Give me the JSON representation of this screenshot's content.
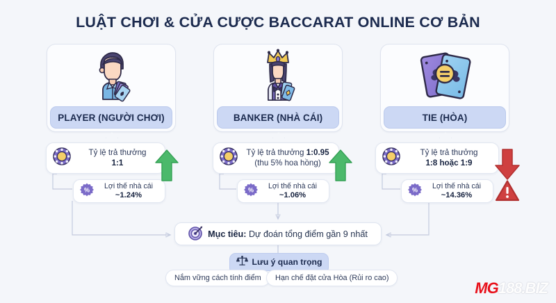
{
  "page": {
    "title": "LUẬT CHƠI & CỬA CƯỢC BACCARAT ONLINE CƠ BẢN",
    "background_color": "#f4f6fa",
    "title_color": "#1b2a4e"
  },
  "bets": [
    {
      "id": "player",
      "label": "PLAYER (NGƯỜI CHƠI)",
      "icon": "player-avatar-icon",
      "payout_title": "Tỷ lệ trả thưởng",
      "payout_value": "1:1",
      "payout_note": "",
      "edge_title": "Lợi thế nhà cái",
      "edge_value": "~1.24%",
      "trend": "up",
      "trend_color": "#4cb96b",
      "warning": false
    },
    {
      "id": "banker",
      "label": "BANKER (NHÀ CÁI)",
      "icon": "banker-queen-icon",
      "payout_title": "Tỷ lệ trả thưởng",
      "payout_value": "1:0.95",
      "payout_note": "(thu 5% hoa hồng)",
      "edge_title": "Lợi thế nhà cái",
      "edge_value": "~1.06%",
      "trend": "up",
      "trend_color": "#4cb96b",
      "warning": false
    },
    {
      "id": "tie",
      "label": "TIE (HÒA)",
      "icon": "tie-cards-icon",
      "payout_title": "Tỷ lệ trả thưởng",
      "payout_value": "1:8 hoặc 1:9",
      "payout_note": "",
      "edge_title": "Lợi thế nhà cái",
      "edge_value": "~14.36%",
      "trend": "down",
      "trend_color": "#d33f3f",
      "warning": true
    }
  ],
  "goal": {
    "icon": "target-icon",
    "label": "Mục tiêu:",
    "text": "Dự đoán tổng điểm gần 9 nhất"
  },
  "notes": {
    "icon": "scales-icon",
    "heading": "Lưu ý quan trọng",
    "items": [
      "Nắm vững cách tính điểm",
      "Hạn chế đặt cửa Hòa (Rủi ro cao)"
    ]
  },
  "logo": {
    "primary": "MG",
    "secondary": "188.BIZ",
    "primary_color": "#e8111b",
    "secondary_color": "#fdfdfd"
  }
}
